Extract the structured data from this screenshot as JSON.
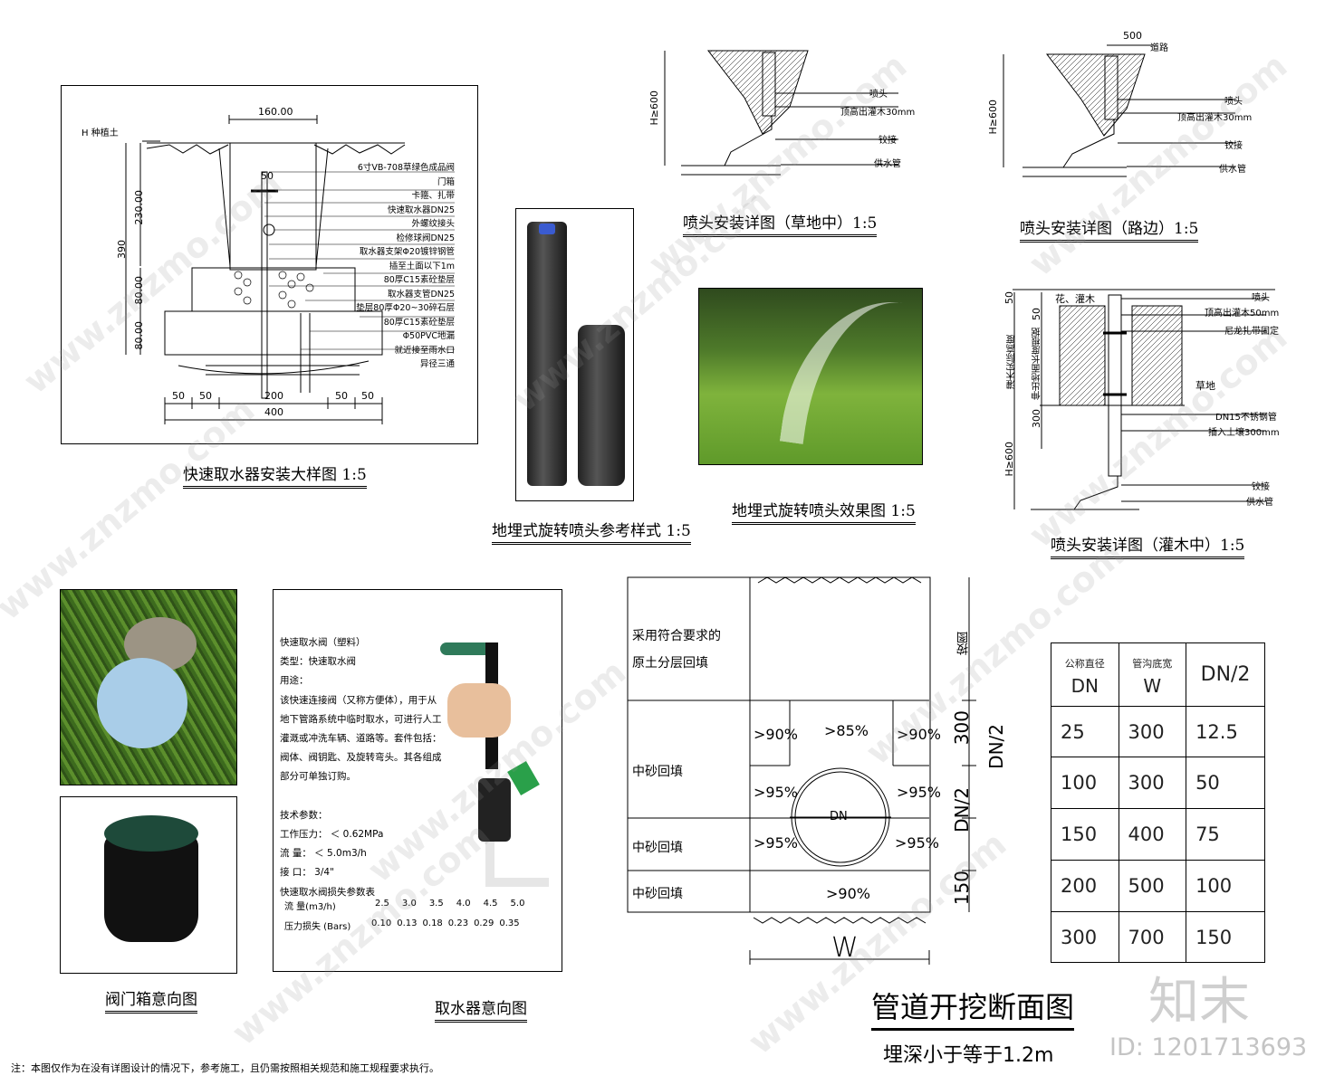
{
  "valve_detail": {
    "title": "快速取水器安装大样图 1:5",
    "ground_label": "H 种植土",
    "dim_top": "160.00",
    "dim_50": "50",
    "dim_230": "230.00",
    "dim_390": "390",
    "dim_80a": "80.00",
    "dim_80b": "80.00",
    "bottom_dims": [
      "50",
      "50",
      "200",
      "50",
      "50"
    ],
    "dim_total": "400",
    "callouts": [
      "6寸VB-708草绿色成品阀门箱",
      "卡箍、扎带",
      "快速取水器DN25",
      "外螺纹接头",
      "检修球阀DN25",
      "取水器支架Φ20镀锌钢管",
      "插至土面以下1m",
      "80厚C15素砼垫层",
      "取水器支管DN25",
      "垫层80厚Φ20~30碎石层",
      "80厚C15素砼垫层",
      "Φ50PVC地漏",
      "就近接至雨水口",
      "异径三通"
    ]
  },
  "sprinkler_photo": {
    "title": "地埋式旋转喷头参考样式 1:5"
  },
  "lawn_photo": {
    "title": "地埋式旋转喷头效果图 1:5"
  },
  "lawn_detail": {
    "title": "喷头安装详图（草地中）1:5",
    "dim_h": "H≥600",
    "callouts": [
      "喷头",
      "顶高出灌木30mm",
      "铰接",
      "供水管"
    ]
  },
  "road_detail": {
    "title": "喷头安装详图（路边）1:5",
    "dim_500": "500",
    "road": "道路",
    "dim_h": "H≥600",
    "callouts": [
      "喷头",
      "顶高出灌木30mm",
      "铰接",
      "供水管"
    ]
  },
  "shrub_detail": {
    "title": "喷头安装详图（灌木中）1:5",
    "top_label": "花、灌木",
    "dim_50a": "50",
    "dim_50b": "50",
    "dim_300": "300",
    "dim_h": "H≥600",
    "side_a": "灌木实际高度",
    "side_b": "伸出地面长度根据",
    "grass": "草地",
    "callouts": [
      "喷头",
      "顶高出灌木50mm",
      "尼龙扎带固定",
      "DN15不锈钢管",
      "插入土壤300mm",
      "铰接",
      "供水管"
    ]
  },
  "valve_box": {
    "title": "阀门箱意向图"
  },
  "water_taker": {
    "title": "取水器意向图",
    "lines": [
      "快速取水阀（塑料）",
      "类型：快速取水阀",
      "用途：",
      "该快速连接阀（又称方便体），用于从",
      "地下管路系统中临时取水，可进行人工",
      "灌溉或冲洗车辆、道路等。套件包括：",
      "阀体、阀钥匙、及旋转弯头。其各组成",
      "部分可单独订购。",
      "",
      "技术参数：",
      "工作压力：  ＜ 0.62MPa",
      "流      量：  ＜ 5.0m3/h",
      "接      口：  3/4\"",
      "快速取水阀损失参数表"
    ],
    "flow_row": [
      "流      量(m3/h)",
      "2.5",
      "3.0",
      "3.5",
      "4.0",
      "4.5",
      "5.0"
    ],
    "loss_row": [
      "压力损失 (Bars)",
      "0.10",
      "0.13",
      "0.18",
      "0.23",
      "0.29",
      "0.35"
    ]
  },
  "trench": {
    "title": "管道开挖断面图",
    "subtitle": "埋深小于等于1.2m",
    "row_labels": [
      "采用符合要求的",
      "原土分层回填",
      "中砂回填",
      "中砂回填",
      "中砂回填"
    ],
    "percents": [
      ">90%",
      ">85%",
      ">90%",
      ">95%",
      ">95%",
      ">95%",
      ">95%",
      ">90%"
    ],
    "pipe": "DN",
    "width": "W",
    "right_dims": [
      "按图",
      "300",
      "DN/2",
      "DN/2",
      "150"
    ]
  },
  "dn_table": {
    "headers": [
      [
        "公称直径",
        "DN"
      ],
      [
        "管沟底宽",
        "W"
      ],
      [
        "DN/2",
        ""
      ]
    ],
    "rows": [
      [
        "25",
        "300",
        "12.5"
      ],
      [
        "100",
        "300",
        "50"
      ],
      [
        "150",
        "400",
        "75"
      ],
      [
        "200",
        "500",
        "100"
      ],
      [
        "300",
        "700",
        "150"
      ]
    ]
  },
  "footer_note": "注：本图仅作为在没有详图设计的情况下，参考施工，且仍需按照相关规范和施工规程要求执行。",
  "brand": {
    "logo": "知末",
    "id": "ID: 1201713693"
  },
  "watermark": "www.znzmo.com"
}
